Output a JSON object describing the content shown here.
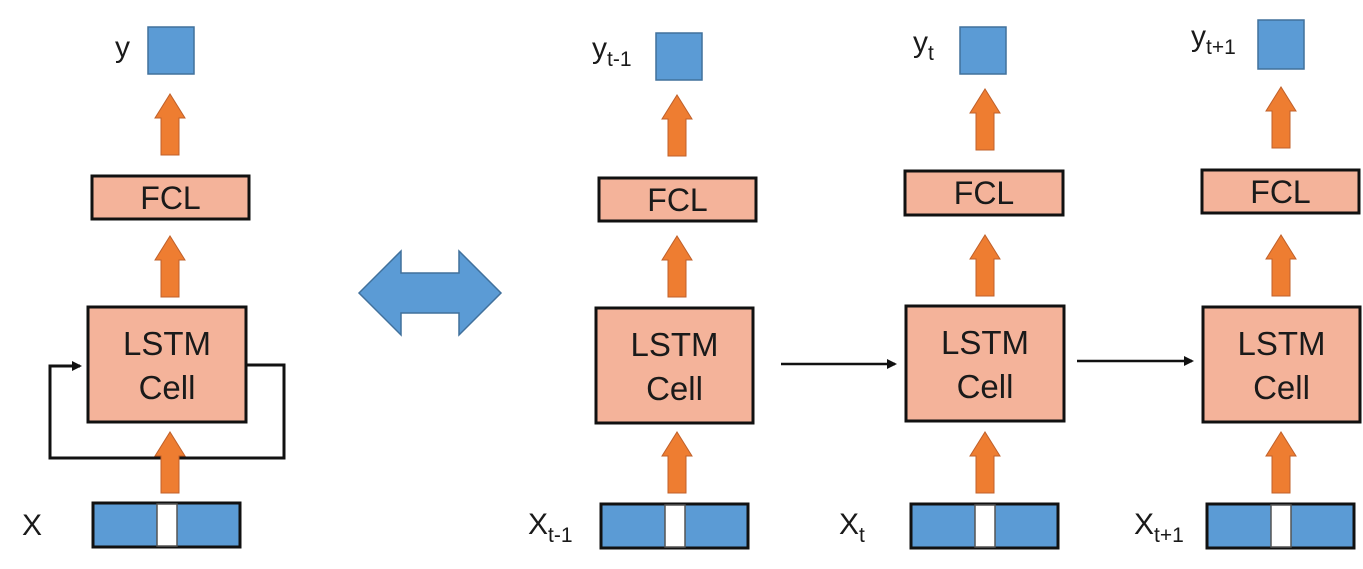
{
  "colors": {
    "box_fill": "#f4b39a",
    "box_stroke": "#111111",
    "arrow_orange": "#ee7d31",
    "arrow_orange_stroke": "#c0602a",
    "blue": "#5b9bd5",
    "blue_stroke": "#41719c",
    "black": "#111111"
  },
  "rolled": {
    "output": {
      "base": "y",
      "sub": ""
    },
    "fcl_label": "FCL",
    "cell_label_line1": "LSTM",
    "cell_label_line2": "Cell",
    "input": {
      "base": "X",
      "sub": ""
    }
  },
  "unrolled": [
    {
      "output": {
        "base": "y",
        "sub": "t-1"
      },
      "fcl_label": "FCL",
      "cell_label_line1": "LSTM",
      "cell_label_line2": "Cell",
      "input": {
        "base": "X",
        "sub": "t-1"
      }
    },
    {
      "output": {
        "base": "y",
        "sub": "t"
      },
      "fcl_label": "FCL",
      "cell_label_line1": "LSTM",
      "cell_label_line2": "Cell",
      "input": {
        "base": "X",
        "sub": "t"
      }
    },
    {
      "output": {
        "base": "y",
        "sub": "t+1"
      },
      "fcl_label": "FCL",
      "cell_label_line1": "LSTM",
      "cell_label_line2": "Cell",
      "input": {
        "base": "X",
        "sub": "t+1"
      }
    }
  ],
  "connectors": {
    "equivalence_arrow": "double-headed-arrow-icon",
    "recurrent_loop": "loop-arrow-icon",
    "time_step_arrows": 2
  }
}
